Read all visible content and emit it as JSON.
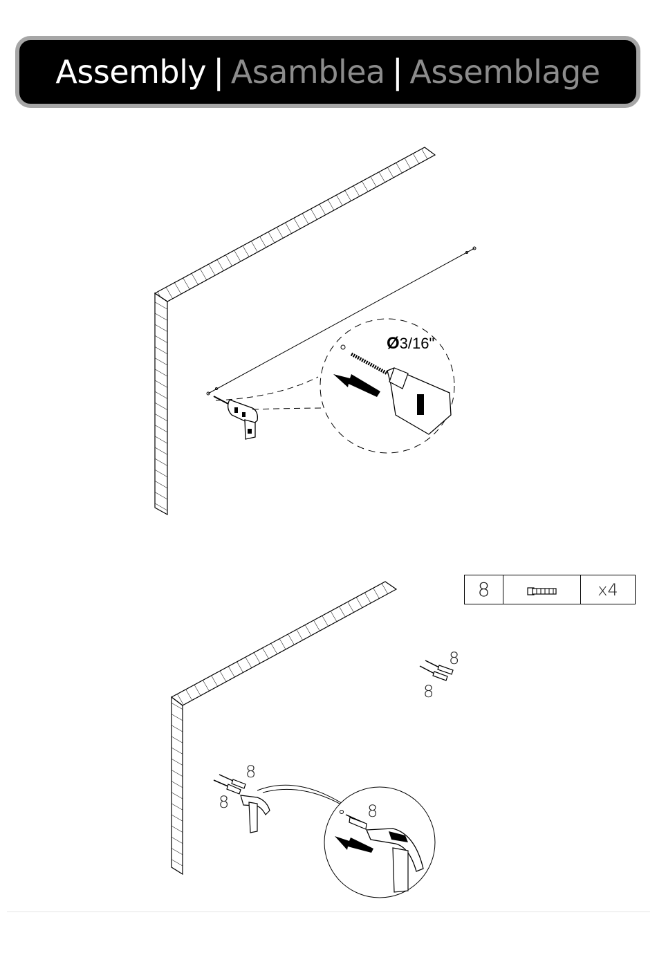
{
  "header": {
    "title_en": "Assembly",
    "separator": "|",
    "title_es": "Asamblea",
    "title_fr": "Assemblage"
  },
  "step1": {
    "drill_bit_symbol": "Ø",
    "drill_bit_size": "3/16\"",
    "icons": [
      "wall-icon",
      "drill-icon",
      "arrow-icon",
      "magnifier-callout-icon"
    ]
  },
  "parts": {
    "part_number": "8",
    "part_icon": "wall-anchor-icon",
    "quantity": "x4"
  },
  "step2": {
    "label_top_right_upper": "8",
    "label_top_right_lower": "8",
    "label_left_upper": "8",
    "label_left_lower": "8",
    "label_callout": "8",
    "icons": [
      "wall-icon",
      "hammer-icon",
      "anchor-icon",
      "arrow-icon",
      "magnifier-callout-icon"
    ]
  },
  "colors": {
    "header_bg": "#000000",
    "header_border": "#a6a6a6",
    "title_white": "#ffffff",
    "title_gray": "#8c8c8c"
  }
}
